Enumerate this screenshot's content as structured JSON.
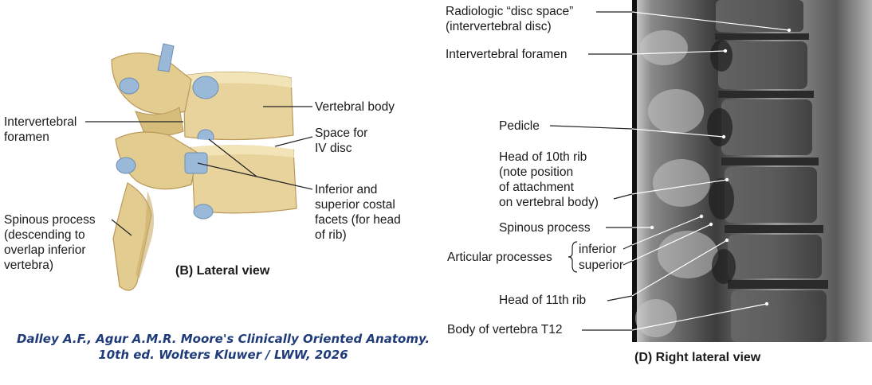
{
  "lateral": {
    "labels": {
      "intervertebral_foramen": "Intervertebral\nforamen",
      "vertebral_body": "Vertebral body",
      "iv_disc_space": "Space for\nIV disc",
      "costal_facets": "Inferior and\nsuperior costal\nfacets (for head\nof rib)",
      "spinous_process": "Spinous process\n(descending to\noverlap inferior\nvertebra)"
    },
    "caption": "(B) Lateral view",
    "colors": {
      "bone": "#e8d39c",
      "bone_shadow": "#c9ac6a",
      "facet": "#9ab8d8"
    }
  },
  "citation": {
    "line1": "Dalley A.F., Agur A.M.R. Moore's Clinically Oriented Anatomy.",
    "line2": "10th ed. Wolters Kluwer / LWW, 2026",
    "color": "#1f3b7a"
  },
  "radiograph": {
    "labels": {
      "disc_space": "Radiologic “disc space”\n(intervertebral disc)",
      "foramen": "Intervertebral foramen",
      "pedicle": "Pedicle",
      "head_10th_rib": "Head of 10th rib\n(note position\nof attachment\non vertebral body)",
      "spinous_process": "Spinous process",
      "articular_processes": "Articular processes",
      "inferior": "inferior",
      "superior": "superior",
      "head_11th_rib": "Head of 11th rib",
      "body_t12": "Body of vertebra T12"
    },
    "caption": "(D) Right lateral view"
  }
}
